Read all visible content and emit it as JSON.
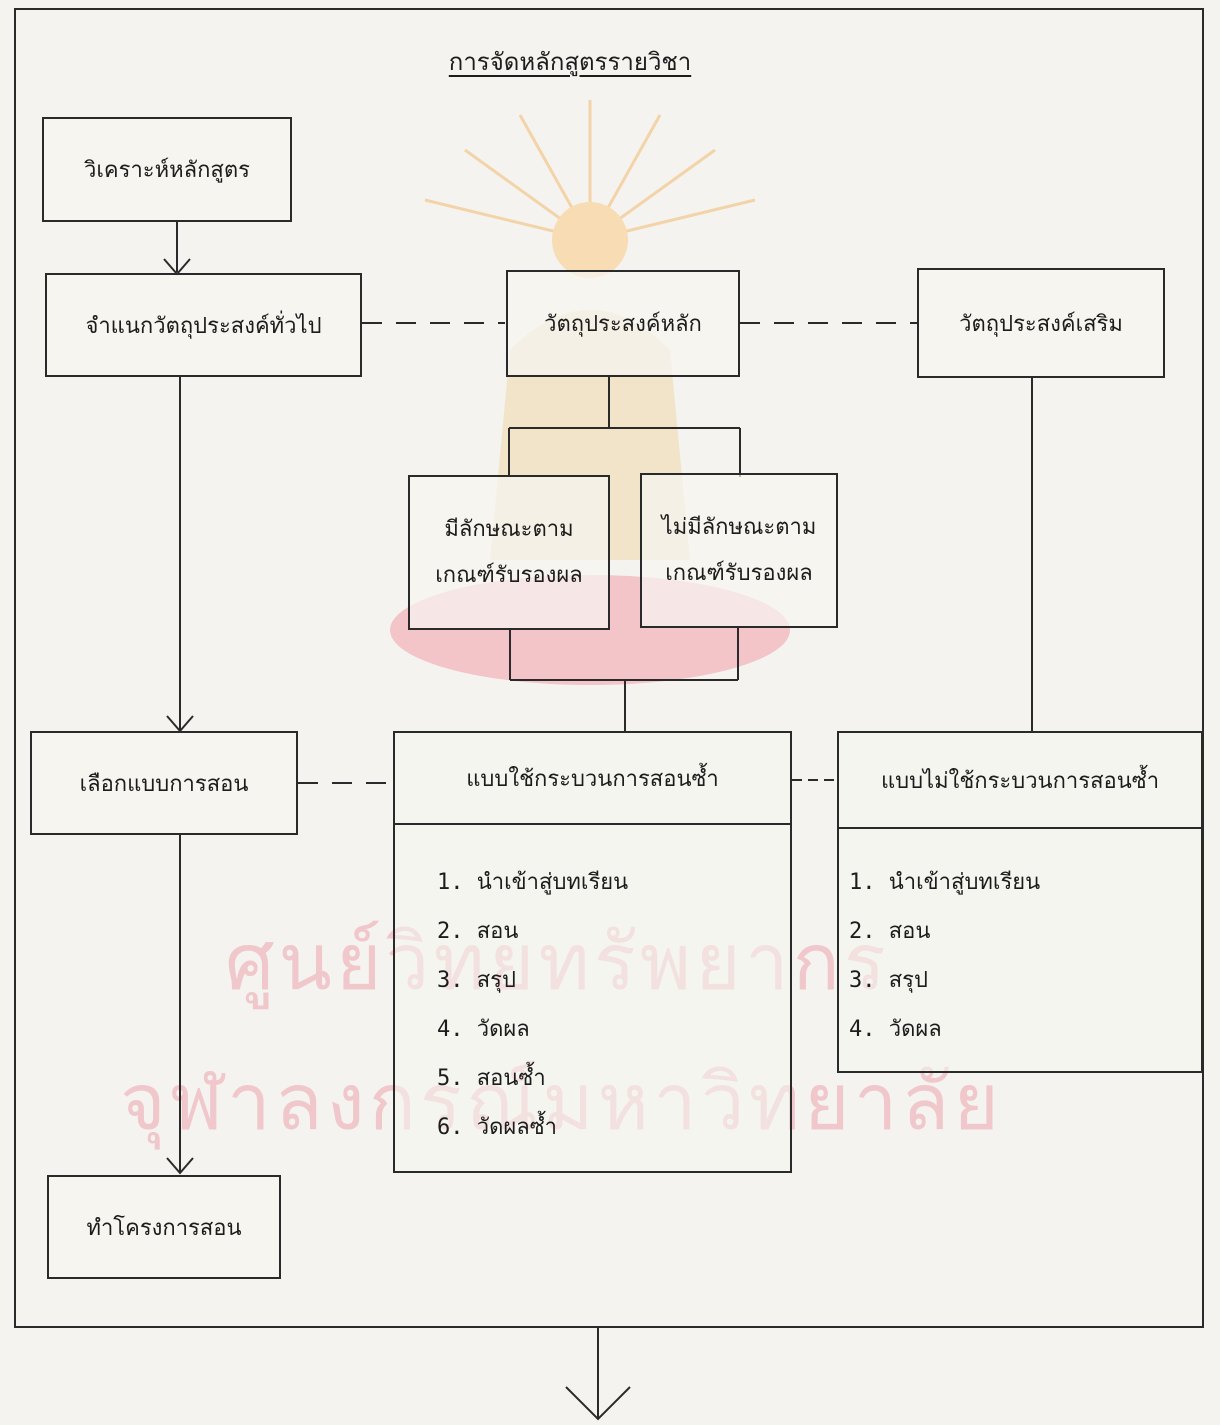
{
  "diagram": {
    "title": "การจัดหลักสูตรรายวิชา",
    "nodes": {
      "analyze": "วิเคราะห์หลักสูตร",
      "classify": "จำแนกวัตถุประสงค์ทั่วไป",
      "main_obj": "วัตถุประสงค์หลัก",
      "extra_obj": "วัตถุประสงค์เสริม",
      "meets_line1": "มีลักษณะตาม",
      "meets_line2": "เกณฑ์รับรองผล",
      "not_meets_line1": "ไม่มีลักษณะตาม",
      "not_meets_line2": "เกณฑ์รับรองผล",
      "choose_model": "เลือกแบบการสอน",
      "make_plan": "ทำโครงการสอน"
    },
    "repeat_model": {
      "title": "แบบใช้กระบวนการสอนซ้ำ",
      "steps": [
        "1. นำเข้าสู่บทเรียน",
        "2. สอน",
        "3. สรุป",
        "4. วัดผล",
        "5. สอนซ้ำ",
        "6. วัดผลซ้ำ"
      ]
    },
    "no_repeat_model": {
      "title": "แบบไม่ใช้กระบวนการสอนซ้ำ",
      "steps": [
        "1. นำเข้าสู่บทเรียน",
        "2. สอน",
        "3. สรุป",
        "4. วัดผล"
      ]
    }
  },
  "watermark": {
    "line1": "ศูนย์วิทยทรัพยากร",
    "line2": "จุฬาลงกรณ์มหาวิทยาลัย",
    "logo_color": "#f0c8cc"
  }
}
